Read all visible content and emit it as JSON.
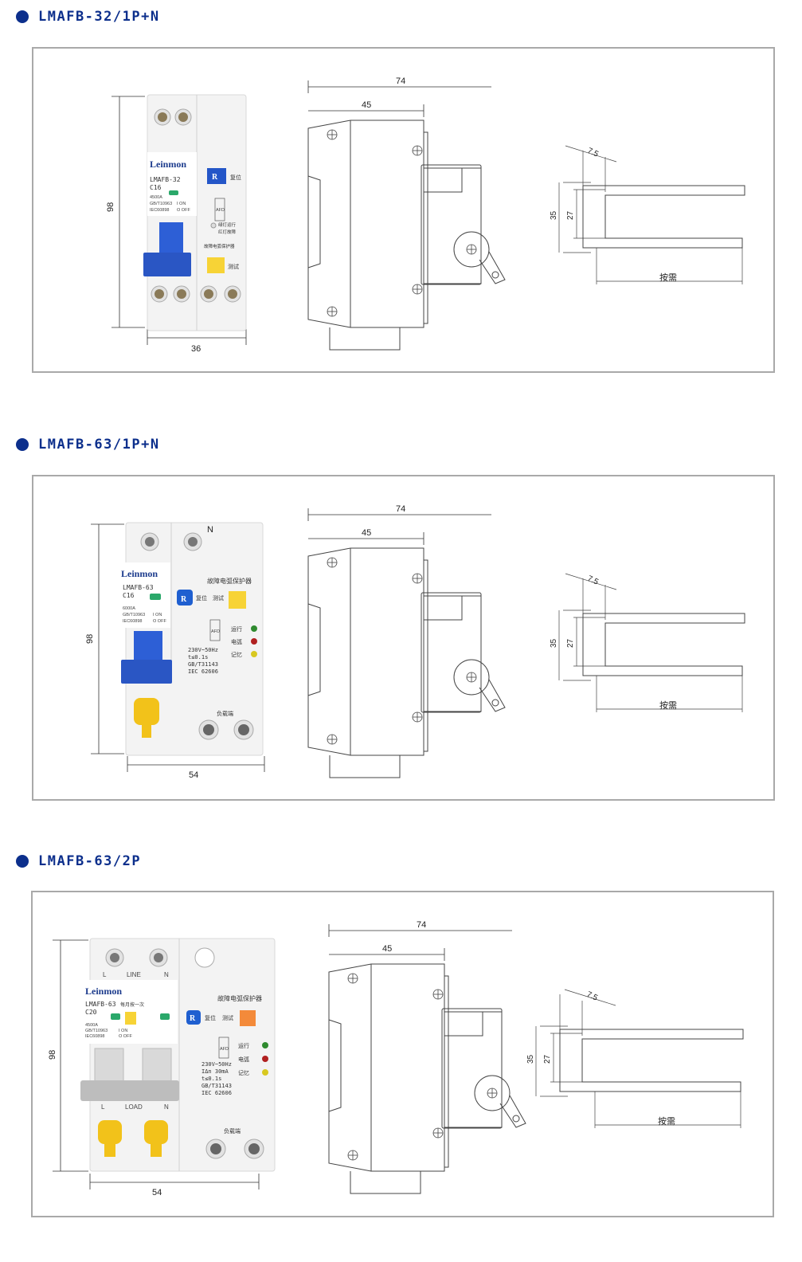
{
  "sections": [
    {
      "title": "LMAFB-32/1P+N",
      "device": {
        "brand": "Leinmon",
        "model": "LMAFB-32",
        "rating": "C16",
        "spec_lines": [
          "4500A",
          "GB/T10963",
          "IEC60898"
        ],
        "on_off": [
          "I ON",
          "O OFF"
        ],
        "reset_label": "复位",
        "reset_key": "R",
        "indicator_note": [
          "绿灯运行",
          "红灯故障"
        ],
        "product_name": "故障电弧保护器",
        "test_label": "测试",
        "afd": "AFD"
      },
      "dims": {
        "height": "98",
        "width": "36",
        "depth_total": "74",
        "depth_front": "45"
      },
      "rail": {
        "h_outer": "35",
        "h_inner": "27",
        "thick": "7.5",
        "len": "按需"
      }
    },
    {
      "title": "LMAFB-63/1P+N",
      "device": {
        "brand": "Leinmon",
        "model": "LMAFB-63",
        "rating": "C16",
        "spec_lines": [
          "6000A",
          "GB/T10963",
          "IEC60898"
        ],
        "on_off": [
          "I ON",
          "O OFF"
        ],
        "neutral": "N",
        "reset_label": "复位",
        "reset_key": "R",
        "test_label": "测试",
        "product_name": "故障电弧保护器",
        "leds": [
          "运行",
          "电弧",
          "记忆"
        ],
        "ratings_block": [
          "230V~50Hz",
          "t≤0.1s",
          "GB/T31143",
          "IEC 62606"
        ],
        "load_label": "负载端",
        "afd": "AFD"
      },
      "dims": {
        "height": "98",
        "width": "54",
        "depth_total": "74",
        "depth_front": "45"
      },
      "rail": {
        "h_outer": "35",
        "h_inner": "27",
        "thick": "7.5",
        "len": "按需"
      }
    },
    {
      "title": "LMAFB-63/2P",
      "device": {
        "brand": "Leinmon",
        "model": "LMAFB-63",
        "rating": "C20",
        "spec_lines": [
          "4500A",
          "GB/T10963",
          "IEC60898"
        ],
        "on_off": [
          "I ON",
          "O OFF"
        ],
        "note": "每月按一次",
        "line_label": "LINE",
        "load_label_top": "LOAD",
        "terminals": [
          "L",
          "N"
        ],
        "reset_label": "复位",
        "reset_key": "R",
        "test_label": "测试",
        "product_name": "故障电弧保护器",
        "leds": [
          "运行",
          "电弧",
          "记忆"
        ],
        "ratings_block": [
          "230V~50Hz",
          "IΔn 30mA",
          "t≤0.1s",
          "GB/T31143",
          "IEC 62606"
        ],
        "load_label": "负载端",
        "afd": "AFD"
      },
      "dims": {
        "height": "98",
        "width": "54",
        "depth_total": "74",
        "depth_front": "45"
      },
      "rail": {
        "h_outer": "35",
        "h_inner": "27",
        "thick": "7.5",
        "len": "按需"
      }
    }
  ],
  "colors": {
    "title": "#0c2f8c",
    "panel_border": "#a9a9a9",
    "handle_blue": "#2d5fd6",
    "test_yellow": "#f7d336",
    "reset_blue": "#1f5fd0"
  }
}
